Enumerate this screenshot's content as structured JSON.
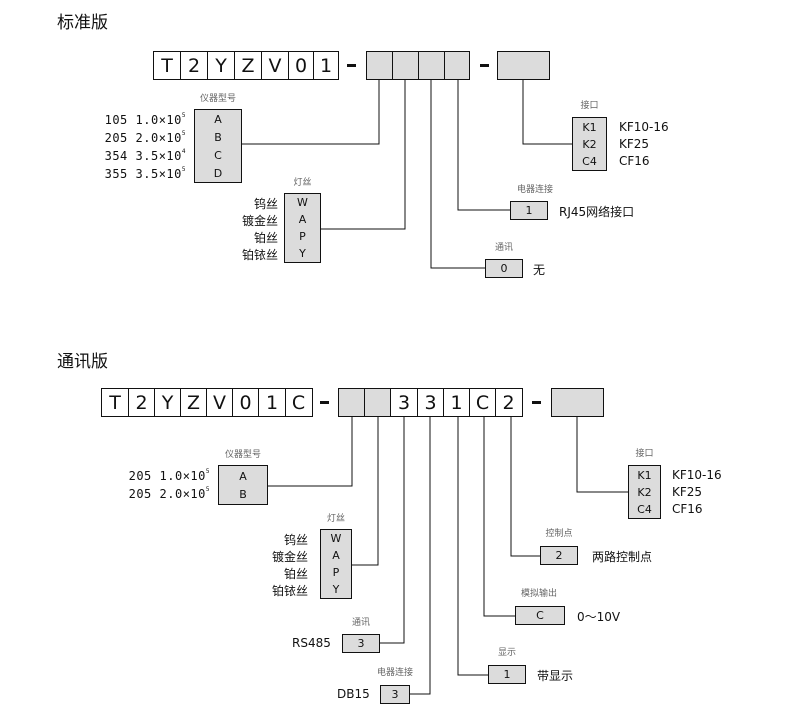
{
  "standard": {
    "title": "标准版",
    "code_chars": [
      "T",
      "2",
      "Y",
      "Z",
      "V",
      "0",
      "1"
    ],
    "model": {
      "label": "仪器型号",
      "codes": [
        "A",
        "B",
        "C",
        "D"
      ],
      "options": [
        {
          "num": "105",
          "mant": "1.0×10",
          "exp": "5"
        },
        {
          "num": "205",
          "mant": "2.0×10",
          "exp": "5"
        },
        {
          "num": "354",
          "mant": "3.5×10",
          "exp": "4"
        },
        {
          "num": "355",
          "mant": "3.5×10",
          "exp": "5"
        }
      ]
    },
    "filament": {
      "label": "灯丝",
      "codes": [
        "W",
        "A",
        "P",
        "Y"
      ],
      "options": [
        "钨丝",
        "镀金丝",
        "铂丝",
        "铂铱丝"
      ]
    },
    "connector": {
      "label": "电器连接",
      "value": "1",
      "desc": "RJ45网络接口"
    },
    "comm": {
      "label": "通讯",
      "value": "0",
      "desc": "无"
    },
    "port": {
      "label": "接口",
      "codes": [
        "K1",
        "K2",
        "C4"
      ],
      "options": [
        "KF10-16",
        "KF25",
        "CF16"
      ]
    }
  },
  "comm_version": {
    "title": "通讯版",
    "code_chars": [
      "T",
      "2",
      "Y",
      "Z",
      "V",
      "0",
      "1",
      "C"
    ],
    "fixed_chars": [
      "3",
      "3",
      "1",
      "C",
      "2"
    ],
    "model": {
      "label": "仪器型号",
      "codes": [
        "A",
        "B"
      ],
      "options": [
        {
          "num": "205",
          "mant": "1.0×10",
          "exp": "5"
        },
        {
          "num": "205",
          "mant": "2.0×10",
          "exp": "5"
        }
      ]
    },
    "filament": {
      "label": "灯丝",
      "codes": [
        "W",
        "A",
        "P",
        "Y"
      ],
      "options": [
        "钨丝",
        "镀金丝",
        "铂丝",
        "铂铱丝"
      ]
    },
    "control": {
      "label": "控制点",
      "value": "2",
      "desc": "两路控制点"
    },
    "analog": {
      "label": "模拟输出",
      "value": "C",
      "desc": "0～10V"
    },
    "comm": {
      "label": "通讯",
      "value": "3",
      "prefix": "RS485"
    },
    "display": {
      "label": "显示",
      "value": "1",
      "desc": "带显示"
    },
    "connector": {
      "label": "电器连接",
      "value": "3",
      "prefix": "DB15"
    },
    "port": {
      "label": "接口",
      "codes": [
        "K1",
        "K2",
        "C4"
      ],
      "options": [
        "KF10-16",
        "KF25",
        "CF16"
      ]
    }
  },
  "colors": {
    "option_fill": "#dcdcdc",
    "line": "#111111",
    "label_gray": "#666666"
  }
}
